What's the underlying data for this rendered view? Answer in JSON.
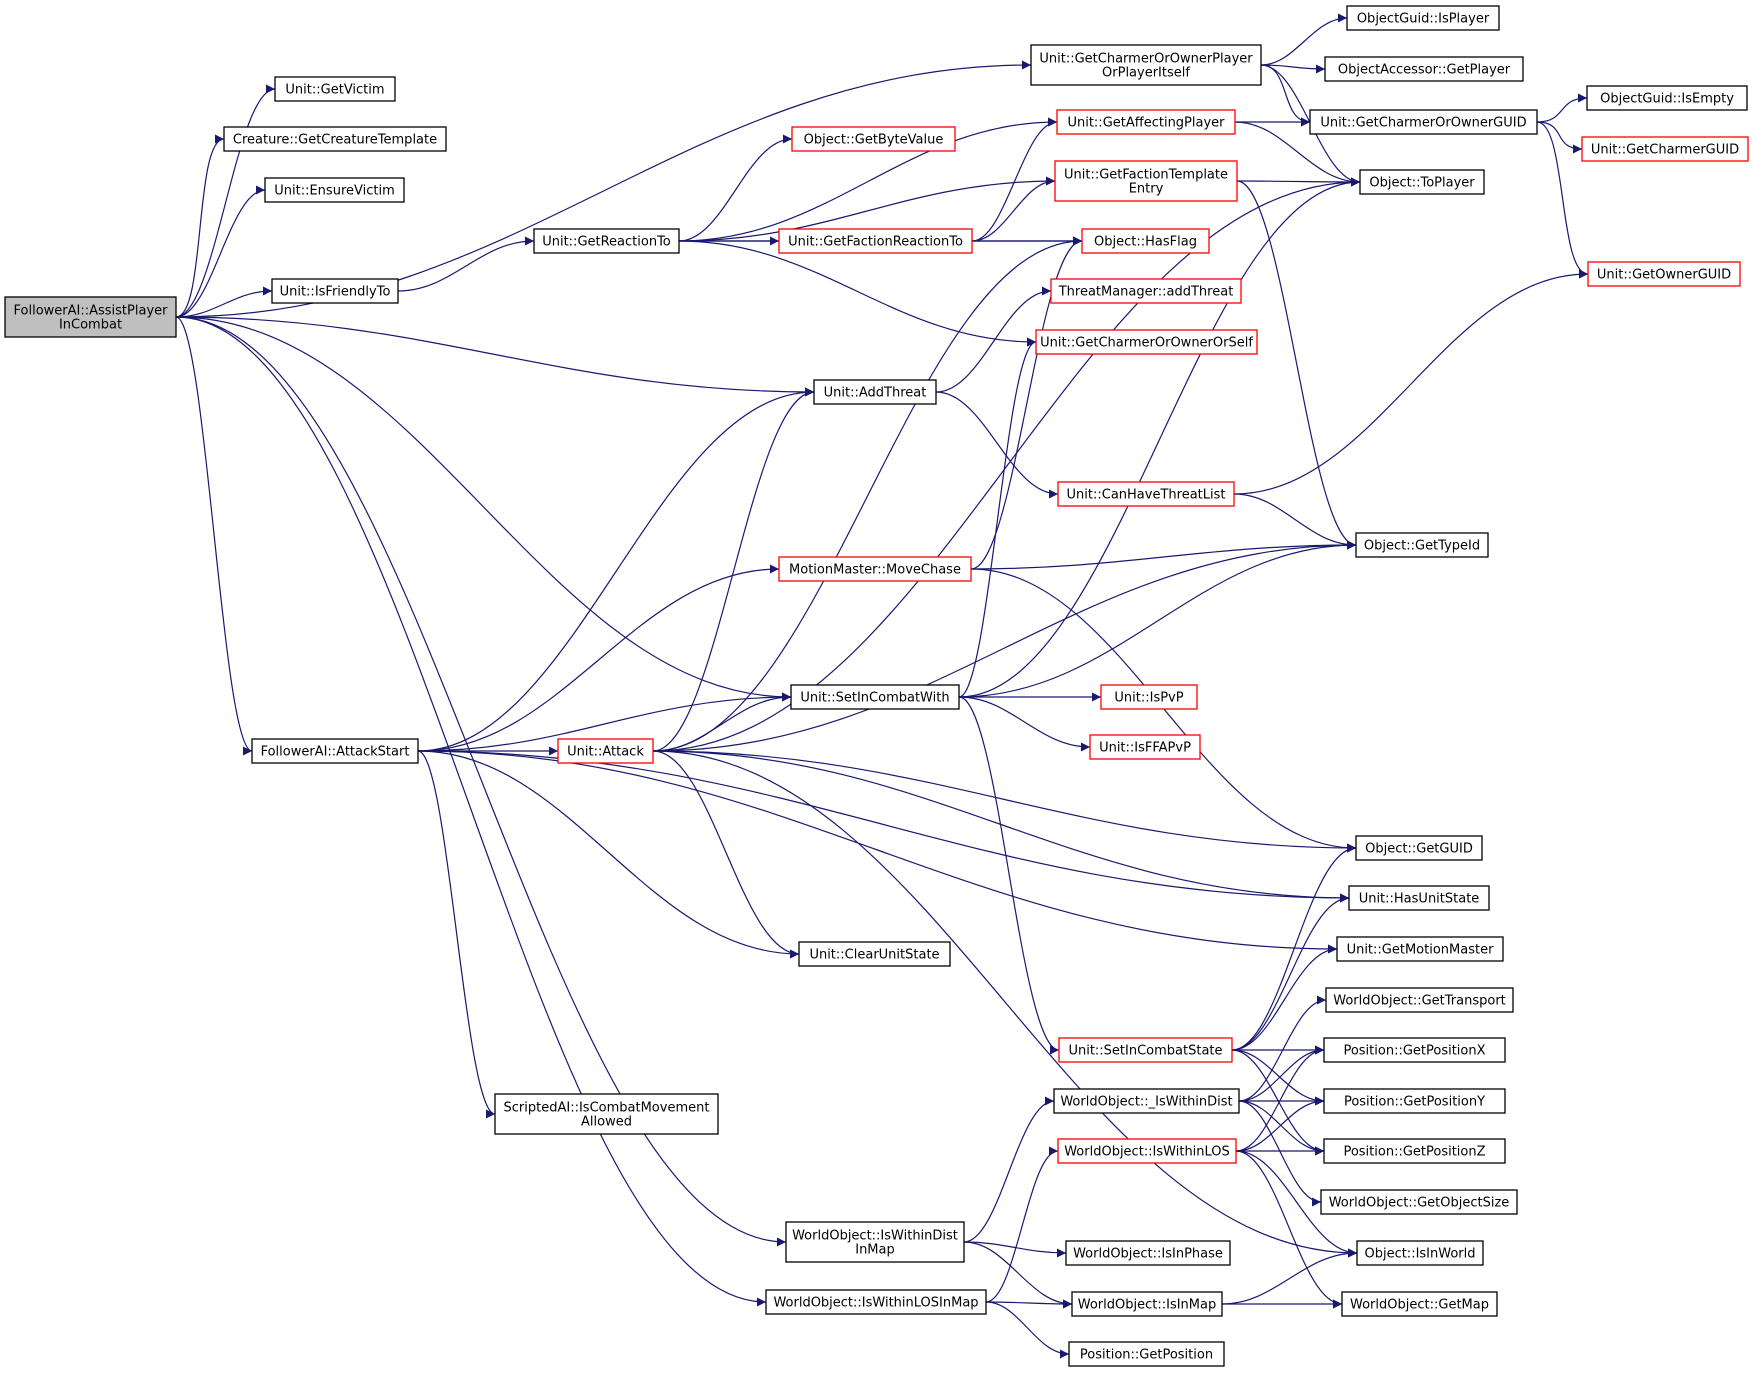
{
  "diagram": {
    "colors": {
      "edge": "#191970",
      "root_fill": "#bfbfbf",
      "normal_border": "#000000",
      "truncated_border": "#ff0000"
    },
    "nodes": [
      {
        "id": "root",
        "lines": [
          "FollowerAI::AssistPlayer",
          "InCombat"
        ],
        "style": "root"
      },
      {
        "id": "getVictim",
        "lines": [
          "Unit::GetVictim"
        ],
        "style": "normal"
      },
      {
        "id": "getCreatureTemplate",
        "lines": [
          "Creature::GetCreatureTemplate"
        ],
        "style": "normal"
      },
      {
        "id": "ensureVictim",
        "lines": [
          "Unit::EnsureVictim"
        ],
        "style": "normal"
      },
      {
        "id": "isFriendlyTo",
        "lines": [
          "Unit::IsFriendlyTo"
        ],
        "style": "normal"
      },
      {
        "id": "getReactionTo",
        "lines": [
          "Unit::GetReactionTo"
        ],
        "style": "normal"
      },
      {
        "id": "getByteValue",
        "lines": [
          "Object::GetByteValue"
        ],
        "style": "red"
      },
      {
        "id": "getFactionReactionTo",
        "lines": [
          "Unit::GetFactionReactionTo"
        ],
        "style": "red"
      },
      {
        "id": "getCharmerOrOwnerPlayer",
        "lines": [
          "Unit::GetCharmerOrOwnerPlayer",
          "OrPlayerItself"
        ],
        "style": "normal"
      },
      {
        "id": "getAffectingPlayer",
        "lines": [
          "Unit::GetAffectingPlayer"
        ],
        "style": "red"
      },
      {
        "id": "getFactionTemplateEntry",
        "lines": [
          "Unit::GetFactionTemplate",
          "Entry"
        ],
        "style": "red"
      },
      {
        "id": "hasFlag",
        "lines": [
          "Object::HasFlag"
        ],
        "style": "red"
      },
      {
        "id": "addThreatMgr",
        "lines": [
          "ThreatManager::addThreat"
        ],
        "style": "red"
      },
      {
        "id": "getCharmerOrOwnerOrSelf",
        "lines": [
          "Unit::GetCharmerOrOwnerOrSelf"
        ],
        "style": "red"
      },
      {
        "id": "guidIsPlayer",
        "lines": [
          "ObjectGuid::IsPlayer"
        ],
        "style": "normal"
      },
      {
        "id": "accessorGetPlayer",
        "lines": [
          "ObjectAccessor::GetPlayer"
        ],
        "style": "normal"
      },
      {
        "id": "getCharmerOrOwnerGUID",
        "lines": [
          "Unit::GetCharmerOrOwnerGUID"
        ],
        "style": "normal"
      },
      {
        "id": "toPlayer",
        "lines": [
          "Object::ToPlayer"
        ],
        "style": "normal"
      },
      {
        "id": "guidIsEmpty",
        "lines": [
          "ObjectGuid::IsEmpty"
        ],
        "style": "normal"
      },
      {
        "id": "getCharmerGUID",
        "lines": [
          "Unit::GetCharmerGUID"
        ],
        "style": "red"
      },
      {
        "id": "getOwnerGUID",
        "lines": [
          "Unit::GetOwnerGUID"
        ],
        "style": "red"
      },
      {
        "id": "addThreat",
        "lines": [
          "Unit::AddThreat"
        ],
        "style": "normal"
      },
      {
        "id": "canHaveThreatList",
        "lines": [
          "Unit::CanHaveThreatList"
        ],
        "style": "red"
      },
      {
        "id": "getTypeId",
        "lines": [
          "Object::GetTypeId"
        ],
        "style": "normal"
      },
      {
        "id": "moveChase",
        "lines": [
          "MotionMaster::MoveChase"
        ],
        "style": "red"
      },
      {
        "id": "setInCombatWith",
        "lines": [
          "Unit::SetInCombatWith"
        ],
        "style": "normal"
      },
      {
        "id": "isPvP",
        "lines": [
          "Unit::IsPvP"
        ],
        "style": "red"
      },
      {
        "id": "isFFAPvP",
        "lines": [
          "Unit::IsFFAPvP"
        ],
        "style": "red"
      },
      {
        "id": "attackStart",
        "lines": [
          "FollowerAI::AttackStart"
        ],
        "style": "normal"
      },
      {
        "id": "attack",
        "lines": [
          "Unit::Attack"
        ],
        "style": "red"
      },
      {
        "id": "getGUID",
        "lines": [
          "Object::GetGUID"
        ],
        "style": "normal"
      },
      {
        "id": "hasUnitState",
        "lines": [
          "Unit::HasUnitState"
        ],
        "style": "normal"
      },
      {
        "id": "clearUnitState",
        "lines": [
          "Unit::ClearUnitState"
        ],
        "style": "normal"
      },
      {
        "id": "getMotionMaster",
        "lines": [
          "Unit::GetMotionMaster"
        ],
        "style": "normal"
      },
      {
        "id": "getTransport",
        "lines": [
          "WorldObject::GetTransport"
        ],
        "style": "normal"
      },
      {
        "id": "setInCombatState",
        "lines": [
          "Unit::SetInCombatState"
        ],
        "style": "red"
      },
      {
        "id": "getPositionX",
        "lines": [
          "Position::GetPositionX"
        ],
        "style": "normal"
      },
      {
        "id": "withinDistPriv",
        "lines": [
          "WorldObject::_IsWithinDist"
        ],
        "style": "normal"
      },
      {
        "id": "getPositionY",
        "lines": [
          "Position::GetPositionY"
        ],
        "style": "normal"
      },
      {
        "id": "isCombatMovementAllowed",
        "lines": [
          "ScriptedAI::IsCombatMovement",
          "Allowed"
        ],
        "style": "normal"
      },
      {
        "id": "isWithinLOS",
        "lines": [
          "WorldObject::IsWithinLOS"
        ],
        "style": "red"
      },
      {
        "id": "getPositionZ",
        "lines": [
          "Position::GetPositionZ"
        ],
        "style": "normal"
      },
      {
        "id": "getObjectSize",
        "lines": [
          "WorldObject::GetObjectSize"
        ],
        "style": "normal"
      },
      {
        "id": "isWithinDistInMap",
        "lines": [
          "WorldObject::IsWithinDist",
          "InMap"
        ],
        "style": "normal"
      },
      {
        "id": "isInPhase",
        "lines": [
          "WorldObject::IsInPhase"
        ],
        "style": "normal"
      },
      {
        "id": "isInWorld",
        "lines": [
          "Object::IsInWorld"
        ],
        "style": "normal"
      },
      {
        "id": "isWithinLOSInMap",
        "lines": [
          "WorldObject::IsWithinLOSInMap"
        ],
        "style": "normal"
      },
      {
        "id": "isInMap",
        "lines": [
          "WorldObject::IsInMap"
        ],
        "style": "normal"
      },
      {
        "id": "getMap",
        "lines": [
          "WorldObject::GetMap"
        ],
        "style": "normal"
      },
      {
        "id": "getPosition",
        "lines": [
          "Position::GetPosition"
        ],
        "style": "normal"
      }
    ],
    "edges": [
      [
        "root",
        "getVictim"
      ],
      [
        "root",
        "getCreatureTemplate"
      ],
      [
        "root",
        "ensureVictim"
      ],
      [
        "root",
        "getCharmerOrOwnerPlayer"
      ],
      [
        "root",
        "isFriendlyTo"
      ],
      [
        "root",
        "addThreat"
      ],
      [
        "root",
        "setInCombatWith"
      ],
      [
        "root",
        "attackStart"
      ],
      [
        "root",
        "isWithinDistInMap"
      ],
      [
        "root",
        "isWithinLOSInMap"
      ],
      [
        "isFriendlyTo",
        "getReactionTo"
      ],
      [
        "getReactionTo",
        "getAffectingPlayer"
      ],
      [
        "getReactionTo",
        "getByteValue"
      ],
      [
        "getReactionTo",
        "getFactionTemplateEntry"
      ],
      [
        "getReactionTo",
        "getFactionReactionTo"
      ],
      [
        "getReactionTo",
        "hasFlag"
      ],
      [
        "getReactionTo",
        "getCharmerOrOwnerOrSelf"
      ],
      [
        "getFactionReactionTo",
        "getAffectingPlayer"
      ],
      [
        "getFactionReactionTo",
        "getFactionTemplateEntry"
      ],
      [
        "getFactionReactionTo",
        "hasFlag"
      ],
      [
        "getCharmerOrOwnerPlayer",
        "guidIsPlayer"
      ],
      [
        "getCharmerOrOwnerPlayer",
        "accessorGetPlayer"
      ],
      [
        "getCharmerOrOwnerPlayer",
        "getCharmerOrOwnerGUID"
      ],
      [
        "getCharmerOrOwnerPlayer",
        "toPlayer"
      ],
      [
        "getAffectingPlayer",
        "getCharmerOrOwnerGUID"
      ],
      [
        "getAffectingPlayer",
        "toPlayer"
      ],
      [
        "getCharmerOrOwnerGUID",
        "guidIsEmpty"
      ],
      [
        "getCharmerOrOwnerGUID",
        "getCharmerGUID"
      ],
      [
        "getCharmerOrOwnerGUID",
        "getOwnerGUID"
      ],
      [
        "getFactionTemplateEntry",
        "toPlayer"
      ],
      [
        "getFactionTemplateEntry",
        "getTypeId"
      ],
      [
        "addThreat",
        "addThreatMgr"
      ],
      [
        "addThreat",
        "canHaveThreatList"
      ],
      [
        "canHaveThreatList",
        "getOwnerGUID"
      ],
      [
        "canHaveThreatList",
        "getTypeId"
      ],
      [
        "moveChase",
        "hasFlag"
      ],
      [
        "moveChase",
        "getTypeId"
      ],
      [
        "moveChase",
        "getGUID"
      ],
      [
        "attackStart",
        "addThreat"
      ],
      [
        "attackStart",
        "moveChase"
      ],
      [
        "attackStart",
        "setInCombatWith"
      ],
      [
        "attackStart",
        "attack"
      ],
      [
        "attackStart",
        "hasUnitState"
      ],
      [
        "attackStart",
        "getMotionMaster"
      ],
      [
        "attackStart",
        "isCombatMovementAllowed"
      ],
      [
        "attackStart",
        "clearUnitState"
      ],
      [
        "attack",
        "setInCombatWith"
      ],
      [
        "attack",
        "addThreat"
      ],
      [
        "attack",
        "hasFlag"
      ],
      [
        "attack",
        "toPlayer"
      ],
      [
        "attack",
        "getTypeId"
      ],
      [
        "attack",
        "getGUID"
      ],
      [
        "attack",
        "hasUnitState"
      ],
      [
        "attack",
        "clearUnitState"
      ],
      [
        "attack",
        "isInWorld"
      ],
      [
        "setInCombatWith",
        "getCharmerOrOwnerOrSelf"
      ],
      [
        "setInCombatWith",
        "toPlayer"
      ],
      [
        "setInCombatWith",
        "getTypeId"
      ],
      [
        "setInCombatWith",
        "isPvP"
      ],
      [
        "setInCombatWith",
        "isFFAPvP"
      ],
      [
        "setInCombatWith",
        "setInCombatState"
      ],
      [
        "setInCombatState",
        "getGUID"
      ],
      [
        "setInCombatState",
        "hasUnitState"
      ],
      [
        "setInCombatState",
        "getMotionMaster"
      ],
      [
        "setInCombatState",
        "getPositionX"
      ],
      [
        "setInCombatState",
        "getPositionY"
      ],
      [
        "setInCombatState",
        "getPositionZ"
      ],
      [
        "withinDistPriv",
        "getTransport"
      ],
      [
        "withinDistPriv",
        "getPositionX"
      ],
      [
        "withinDistPriv",
        "getPositionY"
      ],
      [
        "withinDistPriv",
        "getPositionZ"
      ],
      [
        "withinDistPriv",
        "getObjectSize"
      ],
      [
        "isWithinLOS",
        "getPositionX"
      ],
      [
        "isWithinLOS",
        "getPositionY"
      ],
      [
        "isWithinLOS",
        "getPositionZ"
      ],
      [
        "isWithinLOS",
        "isInWorld"
      ],
      [
        "isWithinLOS",
        "getMap"
      ],
      [
        "isWithinDistInMap",
        "withinDistPriv"
      ],
      [
        "isWithinDistInMap",
        "isInPhase"
      ],
      [
        "isWithinDistInMap",
        "isInMap"
      ],
      [
        "isWithinLOSInMap",
        "isWithinLOS"
      ],
      [
        "isWithinLOSInMap",
        "isInMap"
      ],
      [
        "isWithinLOSInMap",
        "getPosition"
      ],
      [
        "isInMap",
        "isInWorld"
      ],
      [
        "isInMap",
        "getMap"
      ]
    ]
  }
}
